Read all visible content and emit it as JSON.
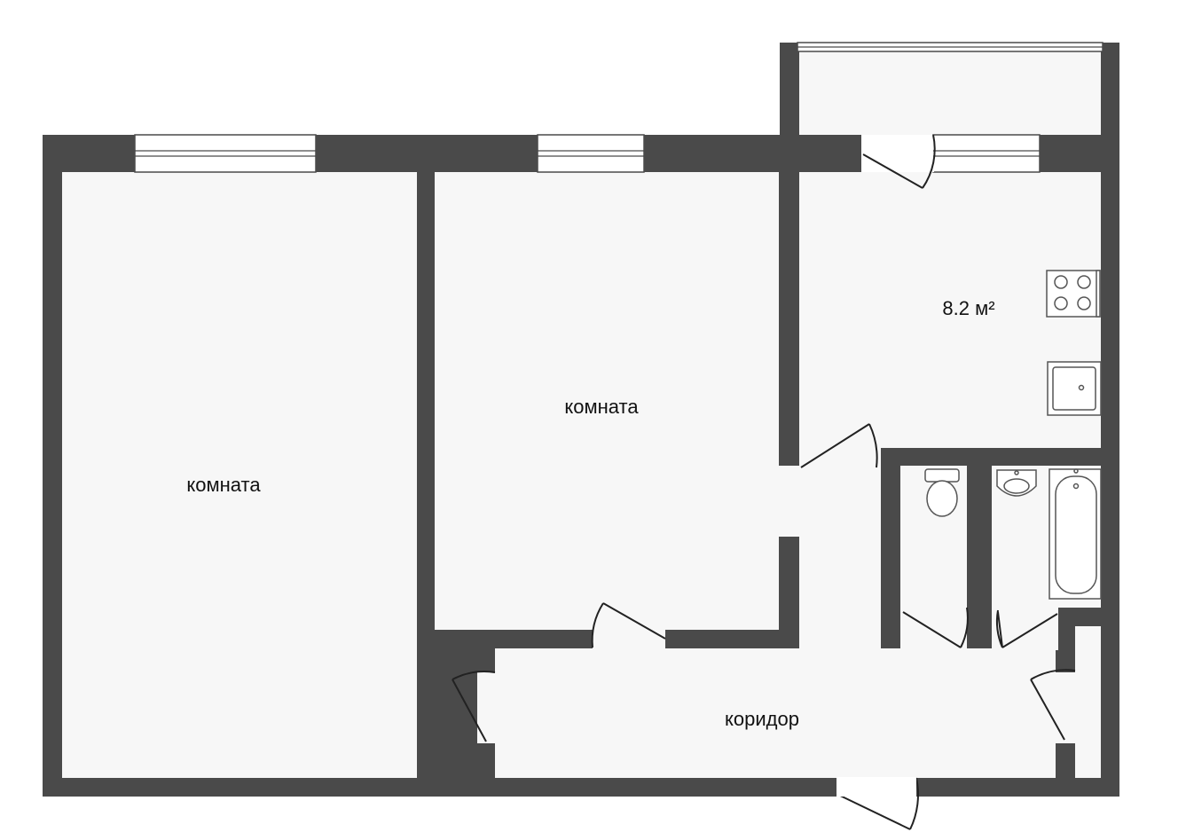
{
  "rooms": {
    "room_left": {
      "label": "комната"
    },
    "room_middle": {
      "label": "комната"
    },
    "kitchen": {
      "area_label": "8.2 м²"
    },
    "corridor": {
      "label": "коридор"
    }
  },
  "colors": {
    "wall": "#4a4a4a",
    "floor": "#f7f7f7",
    "background": "#ffffff",
    "window_glass": "#ffffff",
    "fixture_stroke": "#555555",
    "text": "#111111"
  },
  "icons": {
    "stove": "stove-icon",
    "sink": "kitchen-sink-icon",
    "toilet": "toilet-icon",
    "washbasin": "washbasin-icon",
    "bathtub": "bathtub-icon"
  }
}
